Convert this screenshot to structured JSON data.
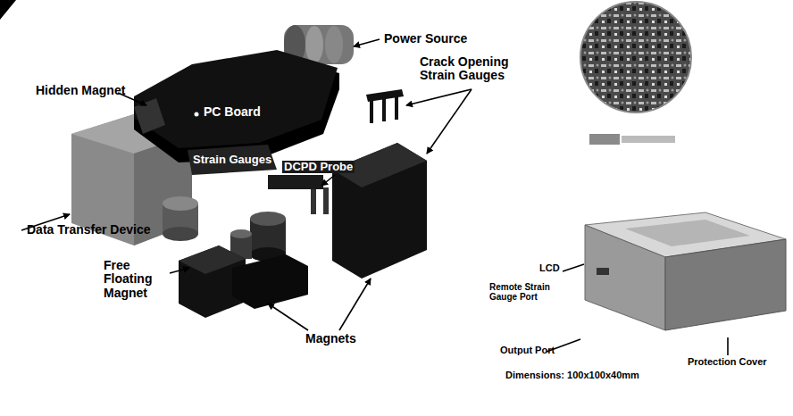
{
  "diagram": {
    "labels": [
      "Hidden Magnet",
      "Power Source",
      "PC Board",
      "Crack Opening Strain Gauges",
      "Strain Gauges",
      "DCPD Probe",
      "Data Transfer Device",
      "Free Floating Magnet",
      "Magnets",
      "LCD",
      "Remote Strain Gauge Port",
      "Output Port",
      "Protection Cover",
      "Dimensions: 100x100x40mm"
    ]
  }
}
